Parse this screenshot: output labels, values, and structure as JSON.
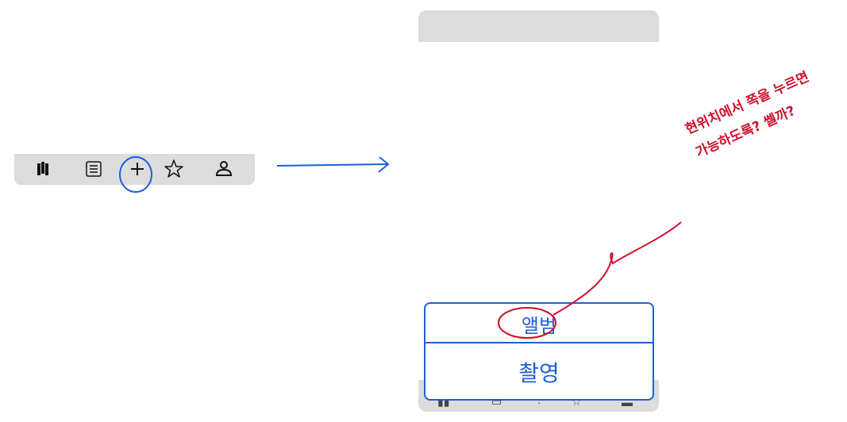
{
  "tab_bar": {
    "icons": [
      "map-icon",
      "list-icon",
      "plus-icon",
      "star-icon",
      "person-icon"
    ]
  },
  "action_sheet": {
    "options": [
      {
        "label": "앨범"
      },
      {
        "label": "촬영"
      }
    ]
  },
  "annotation": {
    "line1": "현위치에서 쪽을 누르면",
    "line2": "가능하도록? 쎌까?"
  },
  "colors": {
    "bar_gray": "#dcdcdc",
    "pen_blue": "#1f5fd6",
    "pen_red": "#d0102a"
  }
}
